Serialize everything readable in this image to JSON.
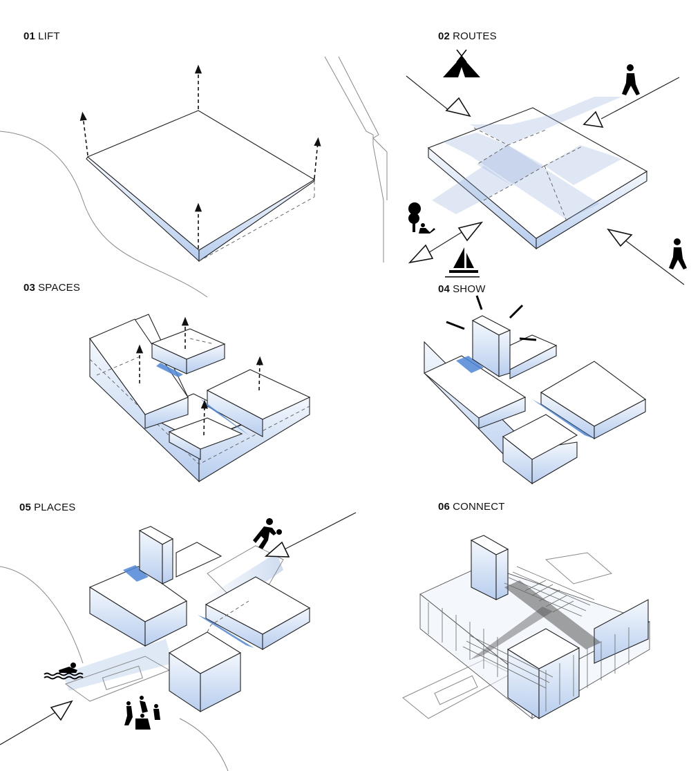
{
  "steps": [
    {
      "number": "01",
      "title": "LIFT"
    },
    {
      "number": "02",
      "title": "ROUTES"
    },
    {
      "number": "03",
      "title": "SPACES"
    },
    {
      "number": "04",
      "title": "SHOW"
    },
    {
      "number": "05",
      "title": "PLACES"
    },
    {
      "number": "06",
      "title": "CONNECT"
    }
  ],
  "icons": {
    "tent": "tent-icon",
    "pedestrian": "pedestrian-icon",
    "park": "tree-park-icon",
    "sailing": "sailboat-icon",
    "basketball": "basketball-player-icon",
    "swimming": "swimmer-icon",
    "dancers": "dancers-icon"
  },
  "colors": {
    "side_face": "#c7d8f0",
    "shadow_blue": "#4f86d6",
    "line": "#222222"
  }
}
